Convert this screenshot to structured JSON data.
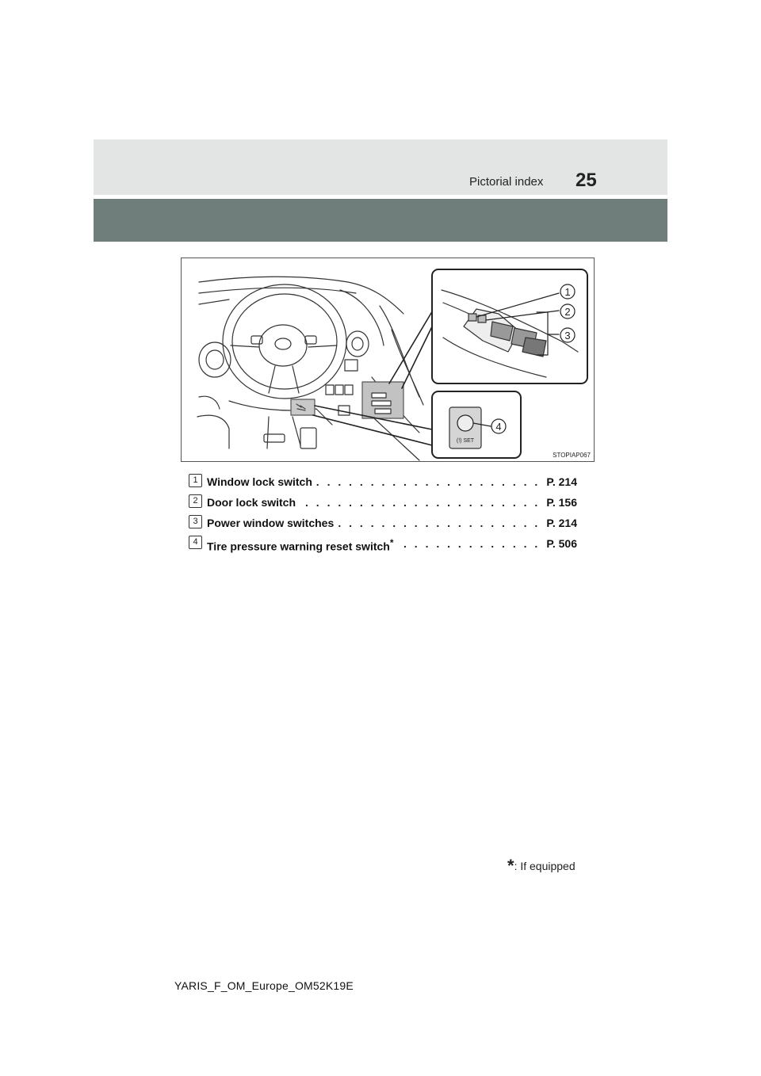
{
  "header": {
    "section": "Pictorial index",
    "page_number": "25"
  },
  "figure": {
    "code": "STOPIAP067",
    "callouts": [
      "1",
      "2",
      "3",
      "4"
    ]
  },
  "items": [
    {
      "num": "1",
      "label": "Window lock switch",
      "page": "P. 214",
      "footnote_mark": ""
    },
    {
      "num": "2",
      "label": "Door lock switch",
      "page": "P. 156",
      "footnote_mark": ""
    },
    {
      "num": "3",
      "label": "Power window switches",
      "page": "P. 214",
      "footnote_mark": ""
    },
    {
      "num": "4",
      "label": "Tire pressure warning reset switch",
      "page": "P. 506",
      "footnote_mark": "*"
    }
  ],
  "footnote": {
    "mark": "*",
    "text": ": If equipped"
  },
  "footer": {
    "doc_id": "YARIS_F_OM_Europe_OM52K19E"
  }
}
